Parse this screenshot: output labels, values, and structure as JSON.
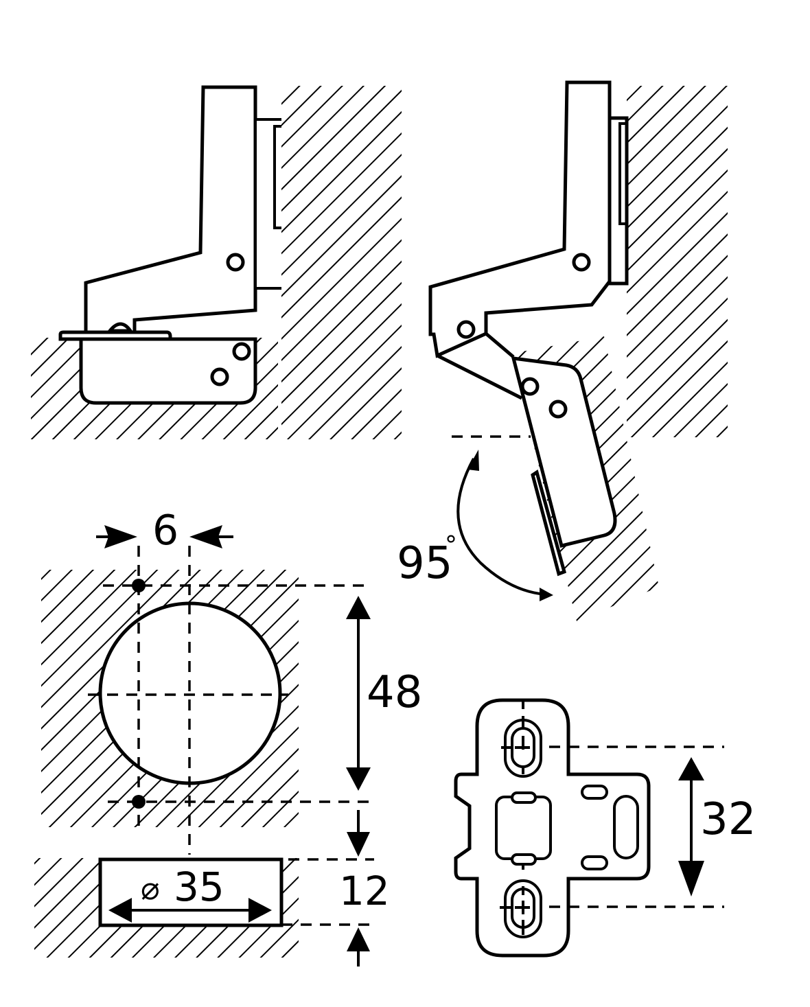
{
  "diagram": {
    "subject": "Concealed cabinet hinge with mounting plate",
    "views": [
      {
        "name": "closed-side-view",
        "description": "Hinge in closed position, side section"
      },
      {
        "name": "open-side-view",
        "description": "Hinge in open position, side section"
      },
      {
        "name": "cup-drilling-view",
        "description": "Cup hole drilling pattern, top view"
      },
      {
        "name": "cup-depth-section",
        "description": "Cup hole depth section"
      },
      {
        "name": "mounting-plate-view",
        "description": "Cross mounting plate, top view"
      }
    ],
    "dimensions": {
      "edge_offset": "6",
      "opening_angle": "95",
      "angle_unit": "°",
      "screw_spacing": "48",
      "cup_diameter_symbol": "⌀",
      "cup_diameter": "35",
      "cup_depth": "12",
      "plate_screw_spacing": "32"
    },
    "colors": {
      "line": "#000000",
      "background": "#ffffff"
    }
  }
}
